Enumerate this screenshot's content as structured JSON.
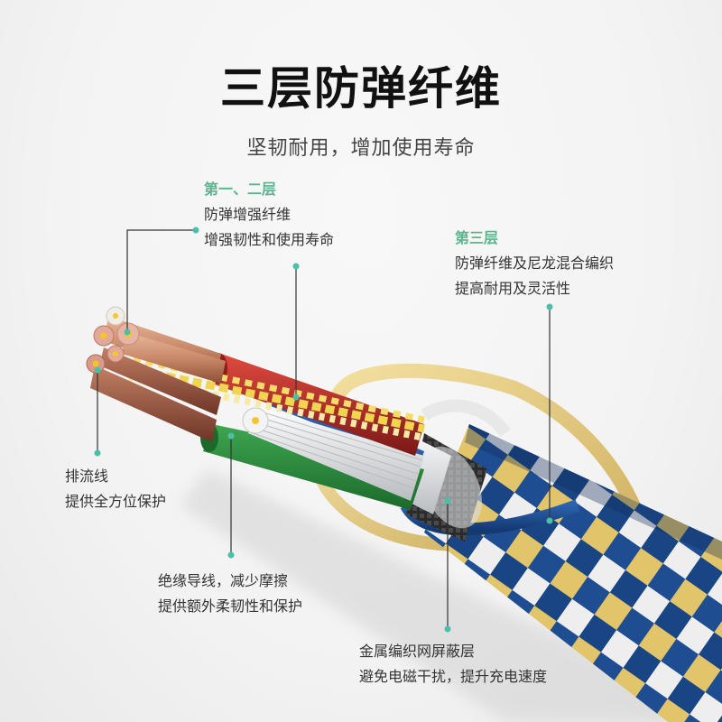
{
  "header": {
    "title": "三层防弹纤维",
    "subtitle": "坚韧耐用，增加使用寿命"
  },
  "callouts": {
    "layer12": {
      "heading": "第一、二层",
      "lines": [
        "防弹增强纤维",
        "增强韧性和使用寿命"
      ]
    },
    "layer3": {
      "heading": "第三层",
      "lines": [
        "防弹纤维及尼龙混合编织",
        "提高耐用及灵活性"
      ]
    },
    "drain_wire": {
      "lines": [
        "排流线",
        "提供全方位保护"
      ]
    },
    "insulated_wire": {
      "lines": [
        "绝缘导线，减少摩擦",
        "提供额外柔韧性和保护"
      ]
    },
    "metal_shield": {
      "lines": [
        "金属编织网屏蔽层",
        "避免电磁干扰，提升充电速度"
      ]
    }
  },
  "colors": {
    "accent_green": "#5bb58d",
    "dot_teal": "#4dbfa8",
    "leader_line": "#333333",
    "braid_blue": "#1e4d91",
    "braid_gold": "#e2c46a",
    "copper": "#c98a6a",
    "red_jacket": "#c8332d",
    "green_jacket": "#2e8b3e"
  }
}
